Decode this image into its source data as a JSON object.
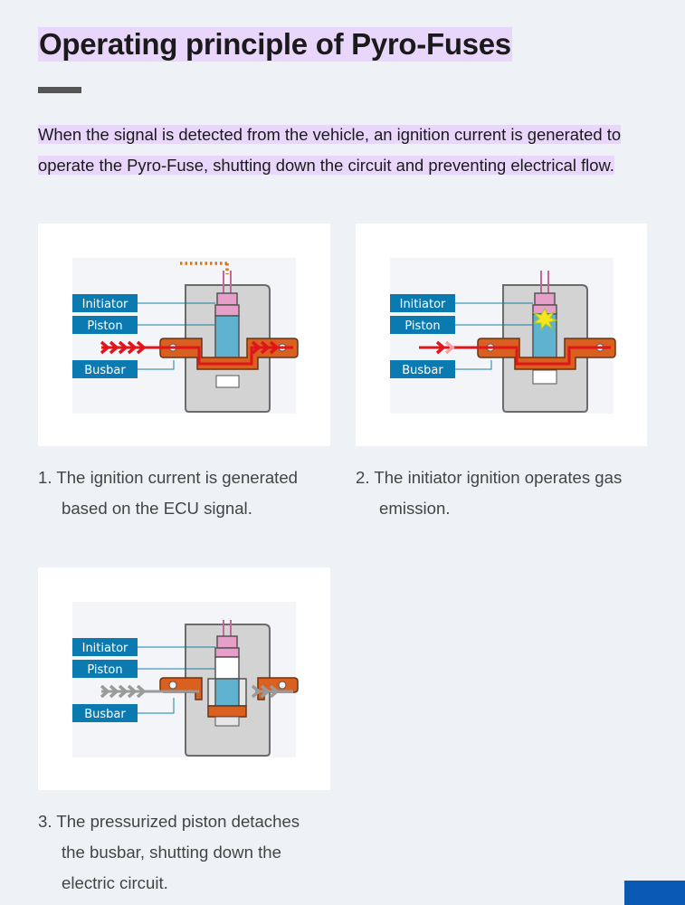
{
  "page": {
    "title": "Operating principle of Pyro-Fuses",
    "intro": "When the signal is detected from the vehicle, an ignition current is generated to operate the Pyro-Fuse, shutting down the circuit and preventing electrical flow."
  },
  "steps": [
    {
      "number": "1.",
      "caption_line1": "The ignition current is generated",
      "caption_line2": "based on the ECU signal.",
      "labels": {
        "initiator": "Initiator",
        "piston": "Piston",
        "busbar": "Busbar"
      },
      "state": "signal"
    },
    {
      "number": "2.",
      "caption_line1": "The initiator ignition operates gas",
      "caption_line2": "emission.",
      "labels": {
        "initiator": "Initiator",
        "piston": "Piston",
        "busbar": "Busbar"
      },
      "state": "ignition"
    },
    {
      "number": "3.",
      "caption_line1": "The pressurized piston detaches",
      "caption_line2": "the busbar, shutting down the",
      "caption_line3": "electric circuit.",
      "labels": {
        "initiator": "Initiator",
        "piston": "Piston",
        "busbar": "Busbar"
      },
      "state": "disconnected"
    }
  ],
  "colors": {
    "highlight": "#e9d6fb",
    "label_box": "#0a7ab0",
    "busbar": "#d9601e",
    "current": "#e0151b",
    "initiator": "#e79fc9",
    "piston": "#5fb2d0",
    "housing": "#d3d3d3",
    "signal_dots": "#d6761b"
  }
}
